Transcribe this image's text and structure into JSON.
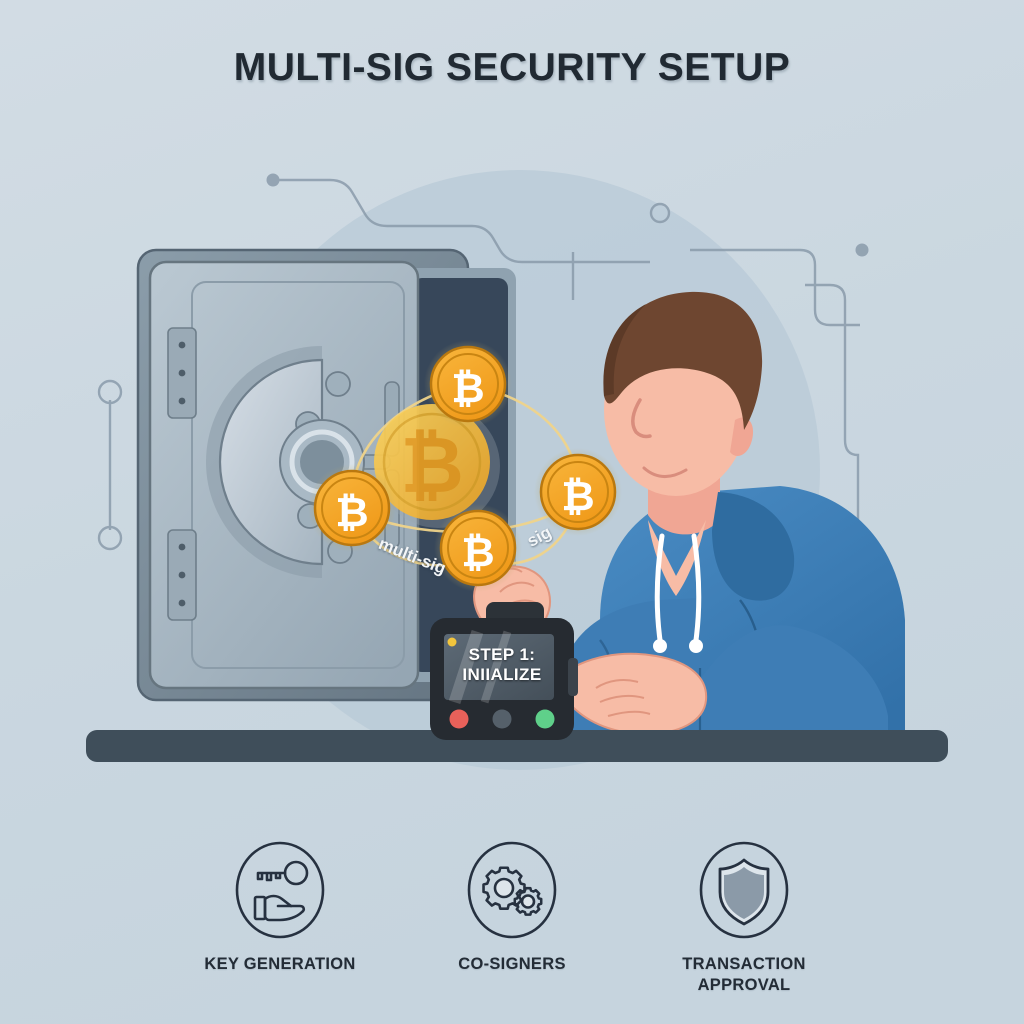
{
  "poster": {
    "title": "MULTI-SIG SECURITY SETUP",
    "background_color": "#ccd8e0",
    "title_color": "#212a33"
  },
  "scene": {
    "safe": {
      "name": "safe",
      "body_color": "#9fb0bd",
      "door_color": "#aebdc8",
      "interior_color": "#3a4a5a",
      "dial_color": "#c3ced8",
      "hinge_count": 2,
      "bolt_count": 5
    },
    "person": {
      "name": "person",
      "hair_color": "#6e4630",
      "skin_color": "#f7bca6",
      "hoodie_color": "#3d7eb8",
      "drawstring_color": "#ffffff"
    },
    "desk": {
      "name": "desk-surface",
      "color": "#3f4e5a"
    },
    "backdrop_circle_color": "#b6c8d6",
    "circuit_line_color": "#8899a8"
  },
  "coins": {
    "symbol": "₿",
    "fill_color": "#f5a623",
    "ring_color": "#c47f14",
    "glyph_color": "#ffffff",
    "central_coin_color": "#f5c542",
    "link_line_color": "#f0d48a",
    "ring_labels": {
      "left": "multi-sig",
      "right": "sig"
    },
    "items": [
      {
        "position": "top",
        "label": "₿"
      },
      {
        "position": "left",
        "label": "₿"
      },
      {
        "position": "right",
        "label": "₿"
      },
      {
        "position": "bottom",
        "label": "₿"
      },
      {
        "position": "center",
        "label": "₿"
      }
    ]
  },
  "device": {
    "name": "hardware-wallet",
    "body_color": "#262b31",
    "screen_line_1": "STEP 1:",
    "screen_line_2": "INIIALIZE",
    "screen_color": "#57646f",
    "indicator_dot": "#f2c53d",
    "buttons": [
      {
        "name": "red-button",
        "color": "#e8615a"
      },
      {
        "name": "gray-button",
        "color": "#55606a"
      },
      {
        "name": "green-button",
        "color": "#5fd08a"
      }
    ]
  },
  "features": [
    {
      "icon": "key-in-hand-icon",
      "label": "KEY GENERATION"
    },
    {
      "icon": "gears-icon",
      "label": "CO-SIGNERS"
    },
    {
      "icon": "shield-icon",
      "label": "TRANSACTION APPROVAL"
    }
  ]
}
